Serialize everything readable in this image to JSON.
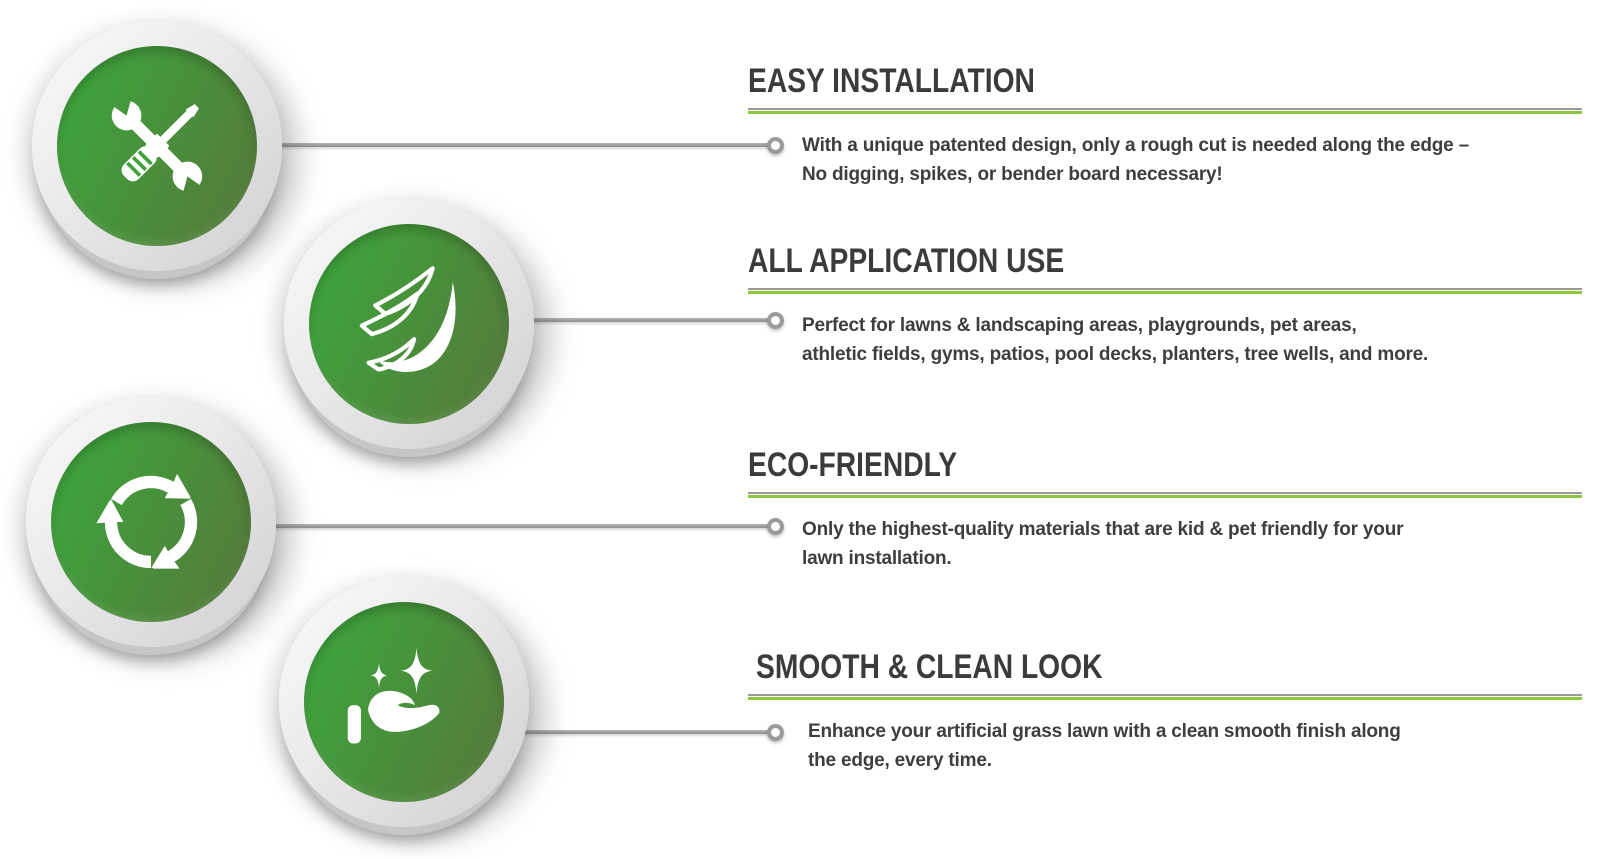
{
  "palette": {
    "disc_green_bright": "#3da53c",
    "disc_green_dark": "#55793a",
    "separator_green": "#8dc63f",
    "separator_gray": "#9a9a9a",
    "connector_gray": "#9a9a9a",
    "title_color": "#3b3b3b",
    "body_color": "#3e3e3e",
    "icon_color": "#ffffff",
    "background": "#ffffff"
  },
  "sections": [
    {
      "icon": "tools-icon",
      "title": "EASY INSTALLATION",
      "body_line1": "With a unique patented design, only a rough cut is needed along the edge –",
      "body_line2": "No digging, spikes, or bender board necessary!"
    },
    {
      "icon": "grass-icon",
      "title": "ALL APPLICATION USE",
      "body_line1": "Perfect for lawns & landscaping areas, playgrounds, pet areas,",
      "body_line2": "athletic fields, gyms, patios, pool decks, planters, tree wells, and more."
    },
    {
      "icon": "recycle-icon",
      "title": "ECO-FRIENDLY",
      "body_line1": "Only the highest-quality materials that are kid & pet friendly for your",
      "body_line2": "lawn installation."
    },
    {
      "icon": "hand-sparkle-icon",
      "title": "SMOOTH & CLEAN LOOK",
      "body_line1": "Enhance your artificial grass lawn with a clean smooth finish along",
      "body_line2": "the edge, every time."
    }
  ]
}
